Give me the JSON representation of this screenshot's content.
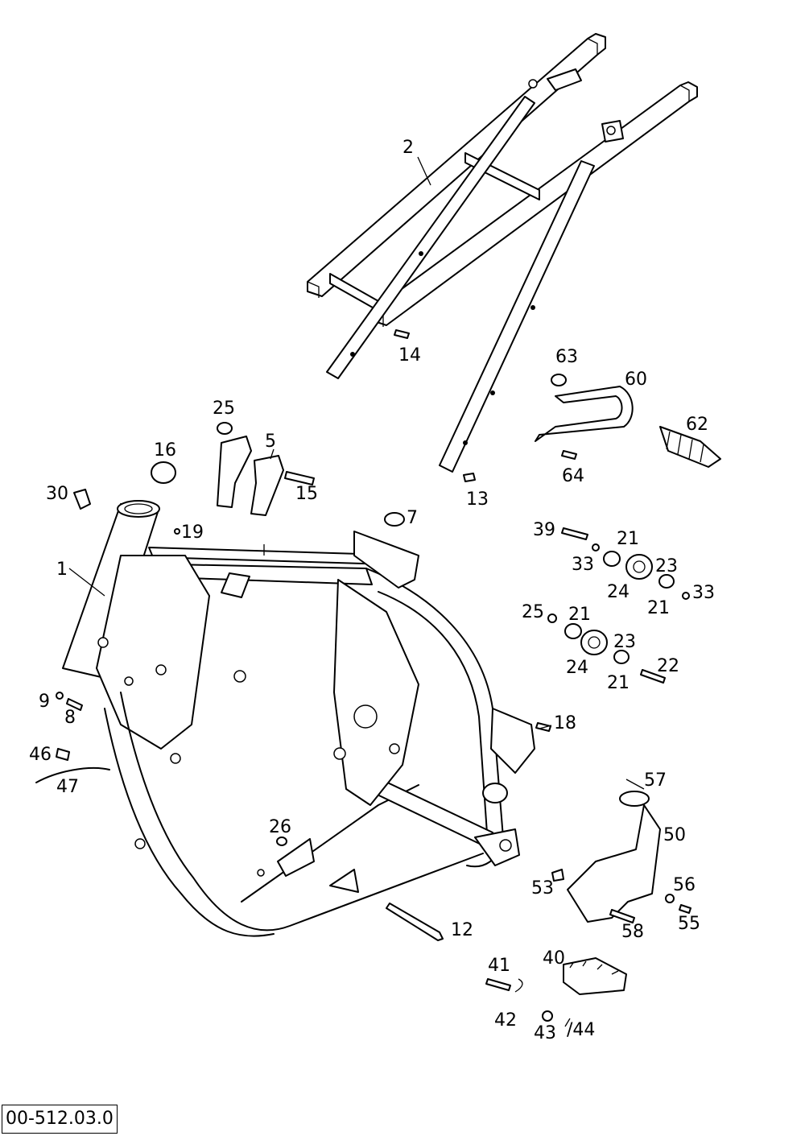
{
  "drawing_code": "00-512.03.0",
  "callouts": [
    "1",
    "2",
    "5",
    "7",
    "8",
    "9",
    "12",
    "13",
    "14",
    "15",
    "16",
    "18",
    "19",
    "21",
    "21",
    "21",
    "21",
    "22",
    "23",
    "23",
    "24",
    "24",
    "25",
    "25",
    "26",
    "30",
    "33",
    "33",
    "39",
    "40",
    "41",
    "42",
    "43",
    "/44",
    "46",
    "47",
    "50",
    "53",
    "55",
    "56",
    "57",
    "58",
    "60",
    "62",
    "63",
    "64"
  ]
}
